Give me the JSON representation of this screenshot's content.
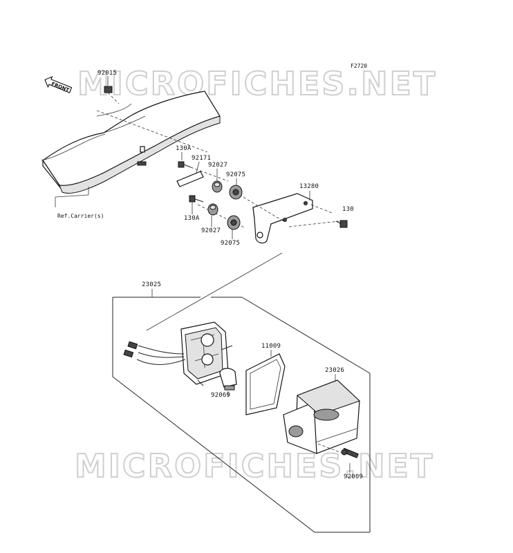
{
  "diagram_code": "F2720",
  "watermark": "MICROFICHES.NET",
  "front_label": "FRONT",
  "ref_label": "Ref.Carrier(s)",
  "callouts": {
    "p92015": "92015",
    "p130A_top": "130A",
    "p92171": "92171",
    "p92027_top": "92027",
    "p92075_top": "92075",
    "p13280": "13280",
    "p130": "130",
    "p130A_bottom": "130A",
    "p92027_bottom": "92027",
    "p92075_bottom": "92075",
    "p23025": "23025",
    "p11009": "11009",
    "p23026": "23026",
    "p92069": "92069",
    "p92009": "92009"
  }
}
